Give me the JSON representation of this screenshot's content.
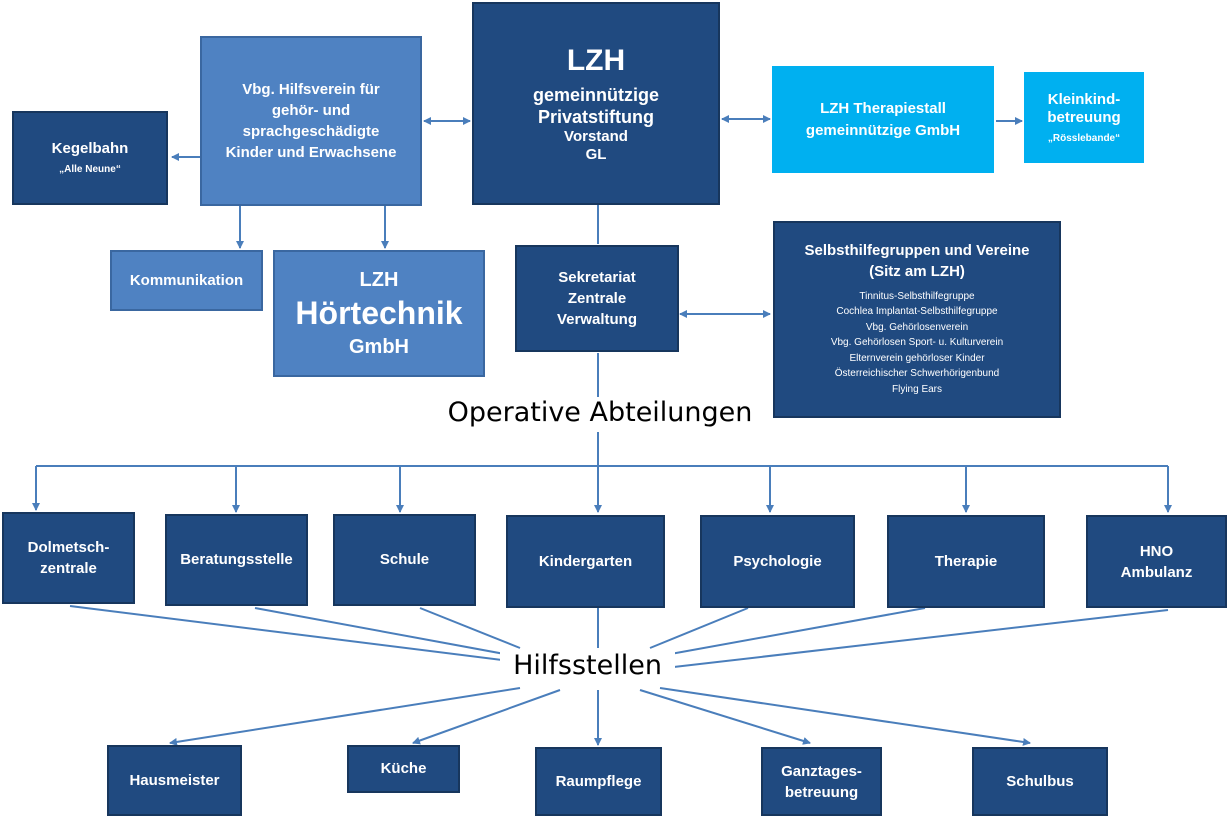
{
  "lzh": {
    "title": "LZH",
    "line1": "gemeinnützige",
    "line2": "Privatstiftung",
    "line3": "Vorstand",
    "line4": "GL"
  },
  "hilfsverein": {
    "line1": "Vbg. Hilfsverein für",
    "line2": "gehör- und",
    "line3": "sprachgeschädigte",
    "line4": "Kinder und Erwachsene"
  },
  "kegelbahn": {
    "title": "Kegelbahn",
    "subtitle": "„Alle Neune“"
  },
  "kommunikation": {
    "title": "Kommunikation"
  },
  "hoertechnik": {
    "line1": "LZH",
    "line2": "Hörtechnik",
    "line3": "GmbH"
  },
  "therapiestall": {
    "line1": "LZH Therapiestall",
    "line2": "gemeinnützige GmbH"
  },
  "kleinkind": {
    "line1": "Kleinkind-",
    "line2": "betreuung",
    "subtitle": "„Rösslebande“"
  },
  "sekretariat": {
    "line1": "Sekretariat",
    "line2": "Zentrale",
    "line3": "Verwaltung"
  },
  "selbsthilfe": {
    "title1": "Selbsthilfegruppen und Vereine",
    "title2": "(Sitz am LZH)",
    "items": [
      "Tinnitus-Selbsthilfegruppe",
      "Cochlea Implantat-Selbsthilfegruppe",
      "Vbg. Gehörlosenverein",
      "Vbg. Gehörlosen Sport- u. Kulturverein",
      "Elternverein gehörloser Kinder",
      "Österreichischer Schwerhörigenbund",
      "Flying Ears"
    ]
  },
  "operative_label": "Operative Abteilungen",
  "departments": [
    {
      "line1": "Dolmetsch-",
      "line2": "zentrale"
    },
    {
      "line1": "Beratungsstelle",
      "line2": ""
    },
    {
      "line1": "Schule",
      "line2": ""
    },
    {
      "line1": "Kindergarten",
      "line2": ""
    },
    {
      "line1": "Psychologie",
      "line2": ""
    },
    {
      "line1": "Therapie",
      "line2": ""
    },
    {
      "line1": "HNO",
      "line2": "Ambulanz"
    }
  ],
  "hilfsstellen_label": "Hilfsstellen",
  "support": [
    {
      "line1": "Hausmeister",
      "line2": ""
    },
    {
      "line1": "Küche",
      "line2": ""
    },
    {
      "line1": "Raumpflege",
      "line2": ""
    },
    {
      "line1": "Ganztages-",
      "line2": "betreuung"
    },
    {
      "line1": "Schulbus",
      "line2": ""
    }
  ],
  "colors": {
    "dark_box": "#204a80",
    "mid_box": "#4f82c2",
    "light_box": "#00b0f0",
    "connector": "#4a7ebb"
  }
}
